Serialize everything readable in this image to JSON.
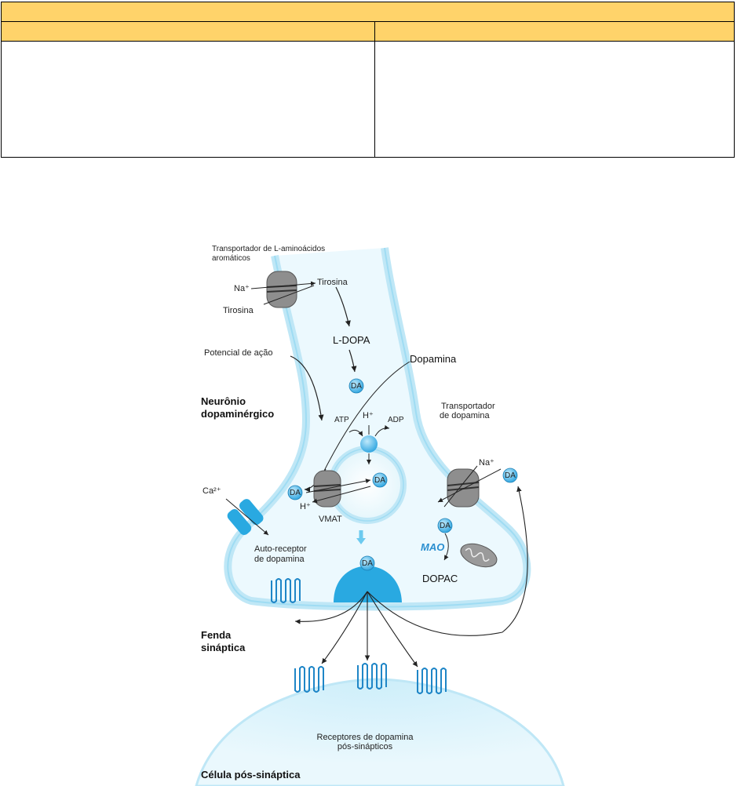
{
  "table": {
    "title": "",
    "headers": [
      "",
      ""
    ],
    "cells": [
      "",
      ""
    ]
  },
  "figure": {
    "labels": {
      "amino_transporter_line1": "Transportador de L-aminoácidos",
      "amino_transporter_line2": "aromáticos",
      "na_top": "Na⁺",
      "tirosina_in": "Tirosina",
      "tirosina_out": "Tirosina",
      "action_potential": "Potencial de ação",
      "ldopa": "L-DOPA",
      "dopamina": "Dopamina",
      "neuron_line1": "Neurônio",
      "neuron_line2": "dopaminérgico",
      "atp": "ATP",
      "h_plus_pump": "H⁺",
      "adp": "ADP",
      "da_transporter_line1": "Transportador",
      "da_transporter_line2": "de dopamina",
      "na_right": "Na⁺",
      "ca": "Ca²⁺",
      "h_plus_vmat": "H⁺",
      "vmat": "VMAT",
      "mao": "MAO",
      "dopac": "DOPAC",
      "autoreceptor_line1": "Auto-receptor",
      "autoreceptor_line2": "de dopamina",
      "cleft_line1": "Fenda",
      "cleft_line2": "sináptica",
      "post_receptors_line1": "Receptores de dopamina",
      "post_receptors_line2": "pós-sinápticos",
      "post_cell": "Célula pós-sináptica",
      "da": "DA"
    }
  }
}
